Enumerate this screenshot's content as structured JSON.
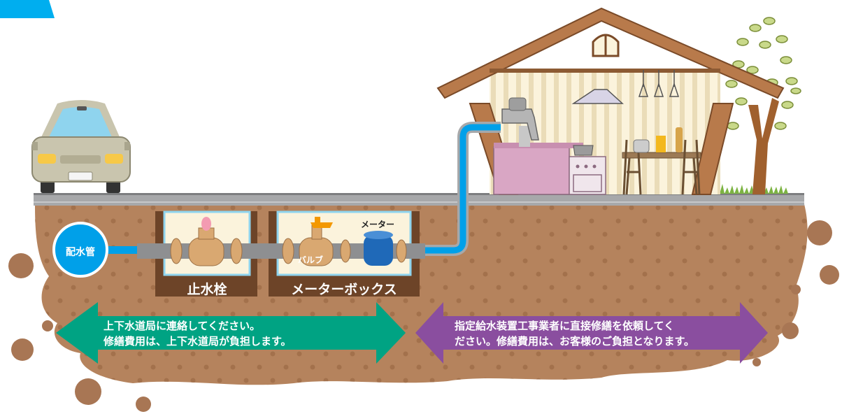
{
  "labels": {
    "distribution_pipe": "配水管",
    "stopcock": "止水栓",
    "meter_box": "メーターボックス",
    "valve": "バルブ",
    "meter": "メーター"
  },
  "arrows": {
    "left": {
      "line1": "上下水道局に連絡してください。",
      "line2": "修繕費用は、上下水道局が負担します。",
      "color": "#00a383"
    },
    "right": {
      "line1": "指定給水装置工事業者に直接修繕を依頼してく",
      "line2": "ださい。修繕費用は、お客様のご負担となります。",
      "color": "#8a4e9f"
    }
  },
  "colors": {
    "soil": "#b5835d",
    "soil_dots": "#a3714c",
    "pipe_blue": "#00a0e9",
    "corner_mark": "#00aeef"
  }
}
